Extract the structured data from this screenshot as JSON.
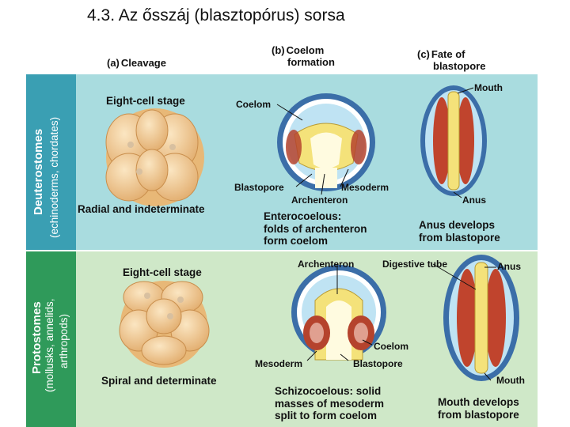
{
  "title": "4.3. Az ősszáj (blasztopórus) sorsa",
  "columns": {
    "a": {
      "letter": "(a)",
      "title": "Cleavage"
    },
    "b": {
      "letter": "(b)",
      "line1": "Coelom",
      "line2": "formation"
    },
    "c": {
      "letter": "(c)",
      "line1": "Fate of",
      "line2": "blastopore"
    }
  },
  "rows": {
    "deuterostomes": {
      "group": "Deuterostomes",
      "examples": "(echinoderms, chordates)",
      "cleavage_stage": "Eight-cell stage",
      "cleavage_type": "Radial and indeterminate",
      "labels": {
        "coelom": "Coelom",
        "blastopore": "Blastopore",
        "archenteron": "Archenteron",
        "mesoderm": "Mesoderm",
        "mouth": "Mouth",
        "anus": "Anus"
      },
      "coelom_caption": [
        "Enterocoelous:",
        "folds of archenteron",
        "form coelom"
      ],
      "fate_caption": [
        "Anus develops",
        "from blastopore"
      ]
    },
    "protostomes": {
      "group": "Protostomes",
      "examples_line1": "(mollusks, annelids,",
      "examples_line2": "arthropods)",
      "cleavage_stage": "Eight-cell stage",
      "cleavage_type": "Spiral and determinate",
      "labels": {
        "archenteron": "Archenteron",
        "digestive_tube": "Digestive tube",
        "anus": "Anus",
        "coelom": "Coelom",
        "mesoderm": "Mesoderm",
        "blastopore": "Blastopore",
        "mouth": "Mouth"
      },
      "coelom_caption": [
        "Schizocoelous: solid",
        "masses of mesoderm",
        "split to form coelom"
      ],
      "fate_caption": [
        "Mouth develops",
        "from blastopore"
      ]
    }
  },
  "colors": {
    "top_panel": "#a9dcdf",
    "top_sidebar": "#3a9fb3",
    "bottom_panel": "#cfe8c8",
    "bottom_sidebar": "#2f9a5a",
    "embryo": "#f0c890",
    "ectoderm": "#3b6ea8",
    "endoderm": "#f4e27a",
    "mesoderm": "#b5432d"
  },
  "icons": [
    "embryo-eight-cell-radial",
    "embryo-eight-cell-spiral",
    "enterocoely-cross-section",
    "schizocoely-cross-section",
    "gut-tube-deuterostome",
    "gut-tube-protostome"
  ]
}
